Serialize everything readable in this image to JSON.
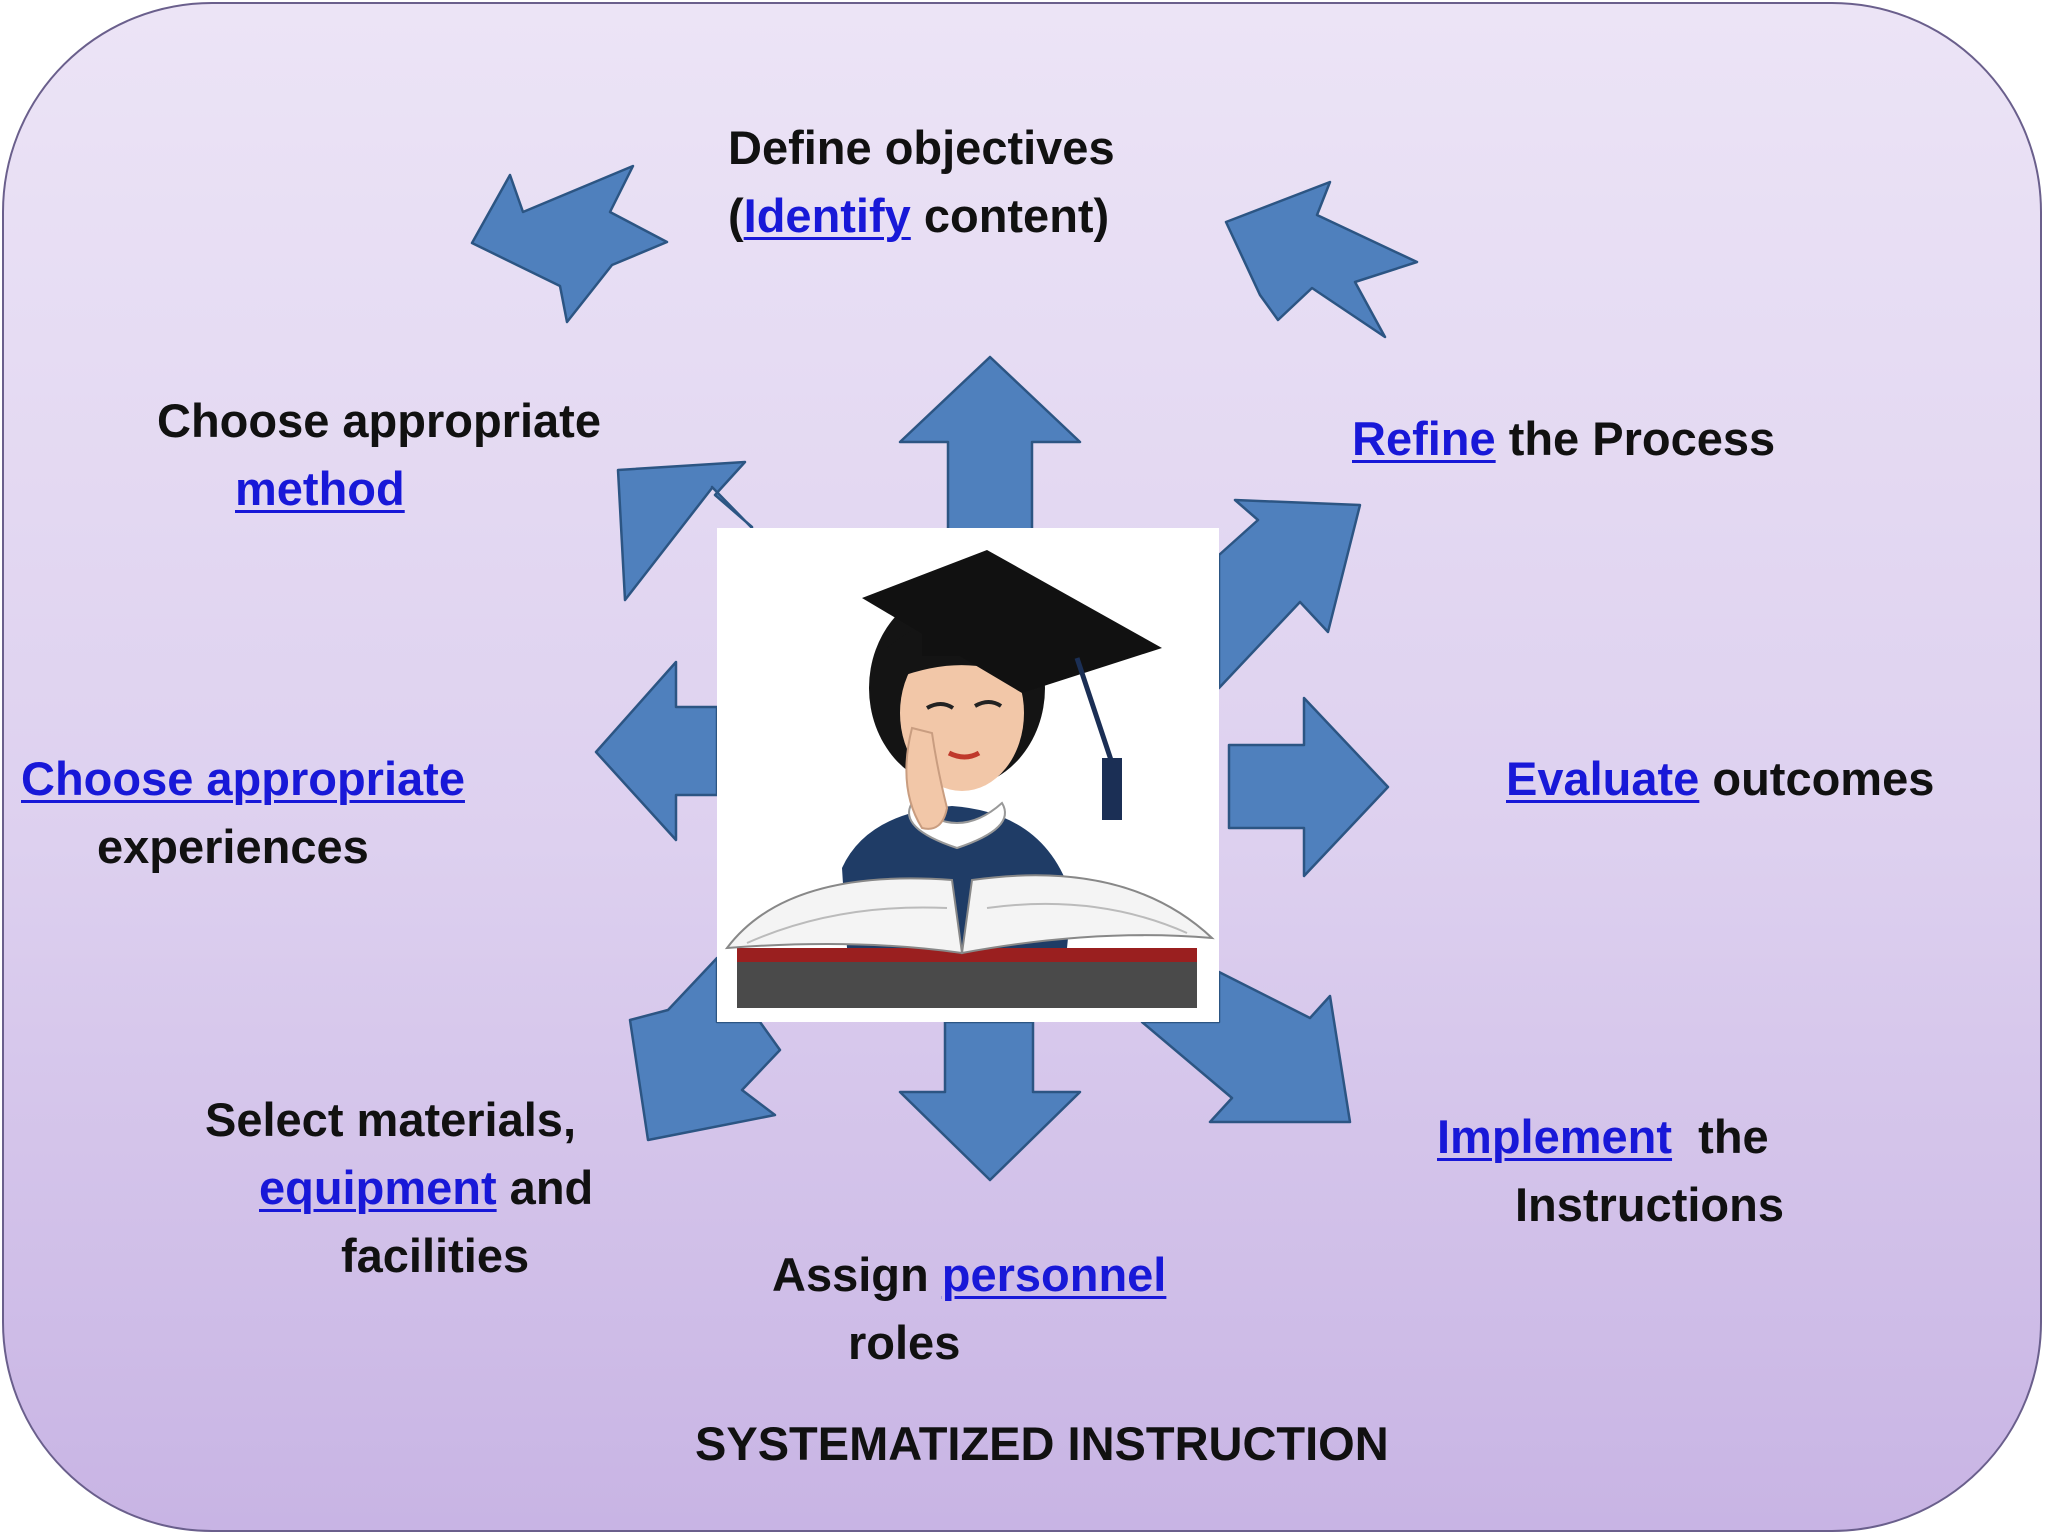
{
  "diagram": {
    "title": "SYSTEMATIZED INSTRUCTION",
    "steps": {
      "define": {
        "line1": "Define objectives",
        "open": "(",
        "link": "Identify",
        "rest": " content)"
      },
      "refine": {
        "link": "Refine",
        "rest": " the Process"
      },
      "evaluate": {
        "link": "Evaluate",
        "rest": " outcomes"
      },
      "implement": {
        "link": "Implement",
        "rest": "  the",
        "line2": "Instructions"
      },
      "assign": {
        "pre": "Assign ",
        "link": "personnel",
        "line2": "roles"
      },
      "select": {
        "line1": "Select materials,",
        "link": "equipment",
        "rest": " and",
        "line3": "facilities"
      },
      "experiences": {
        "link": "Choose appropriate",
        "line2": "experiences"
      },
      "method": {
        "line1": "Choose appropriate",
        "link": "method"
      }
    }
  },
  "colors": {
    "arrow_fill": "#4f80bd",
    "link": "#1818d8",
    "panel_top": "#ece4f6",
    "panel_bottom": "#c8b4e4"
  },
  "picture": "graduate-student-reading-book"
}
